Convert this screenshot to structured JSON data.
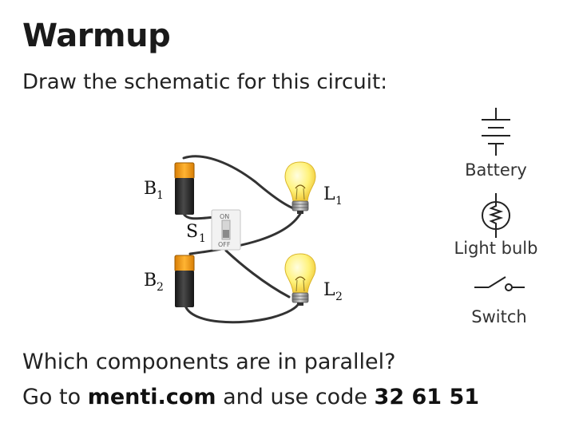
{
  "slide": {
    "title": "Warmup",
    "subtitle": "Draw the schematic for this circuit:",
    "question": "Which components are in parallel?",
    "menti_prefix": "Go to ",
    "menti_site": "menti.com",
    "menti_middle": " and use code ",
    "menti_code": "32 61 51"
  },
  "circuit": {
    "battery1": {
      "letter": "B",
      "sub": "1"
    },
    "battery2": {
      "letter": "B",
      "sub": "2"
    },
    "switch1": {
      "letter": "S",
      "sub": "1",
      "on_text": "ON",
      "off_text": "OFF"
    },
    "lamp1": {
      "letter": "L",
      "sub": "1"
    },
    "lamp2": {
      "letter": "L",
      "sub": "2"
    }
  },
  "legend": {
    "battery": "Battery",
    "light_bulb": "Light bulb",
    "switch": "Switch"
  },
  "colors": {
    "battery_cap": "#f29a12",
    "battery_body": "#2a2a2a",
    "bulb_glass": "#fff27a",
    "wire": "#333333"
  }
}
